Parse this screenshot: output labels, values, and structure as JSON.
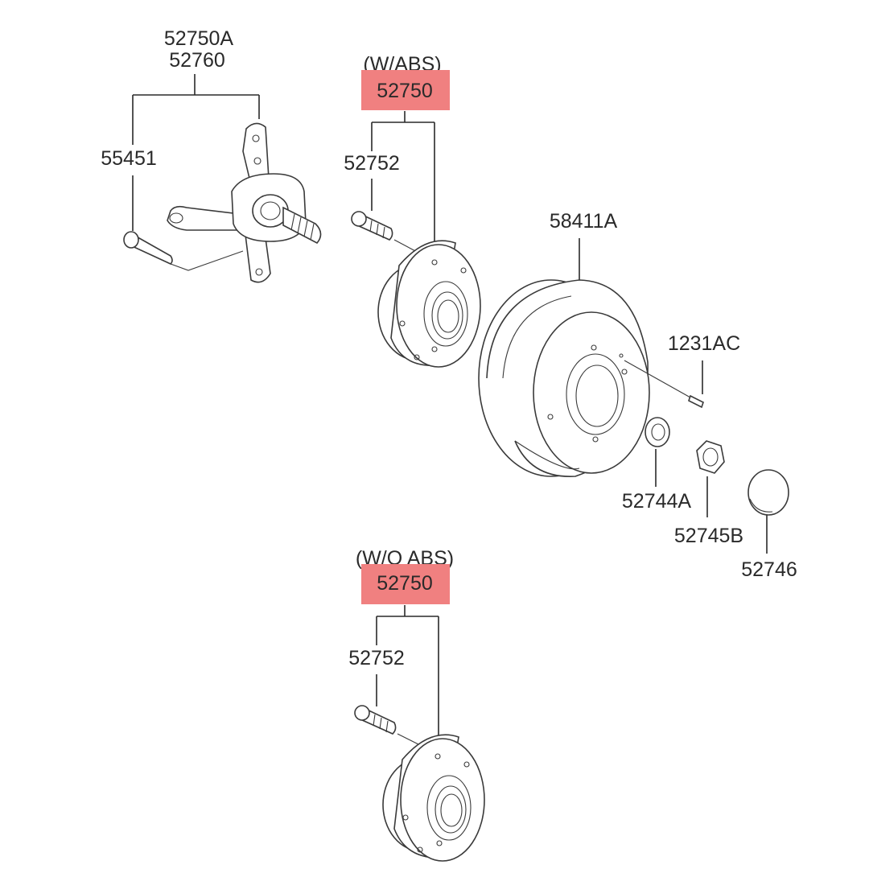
{
  "labels": {
    "knuckle_code_a": "52750A",
    "knuckle_code_b": "52760",
    "knuckle_bolt": "55451",
    "abs_note": "(W/ABS)",
    "abs_hub_code": "52750",
    "abs_hub_bolt": "52752",
    "drum": "58411A",
    "drum_screw": "1231AC",
    "washer": "52744A",
    "nut": "52745B",
    "cap": "52746",
    "noabs_note": "(W/O ABS)",
    "noabs_hub_code": "52750",
    "noabs_hub_bolt": "52752"
  },
  "colors": {
    "highlight": "#f08080",
    "line": "#3a3a3a"
  }
}
